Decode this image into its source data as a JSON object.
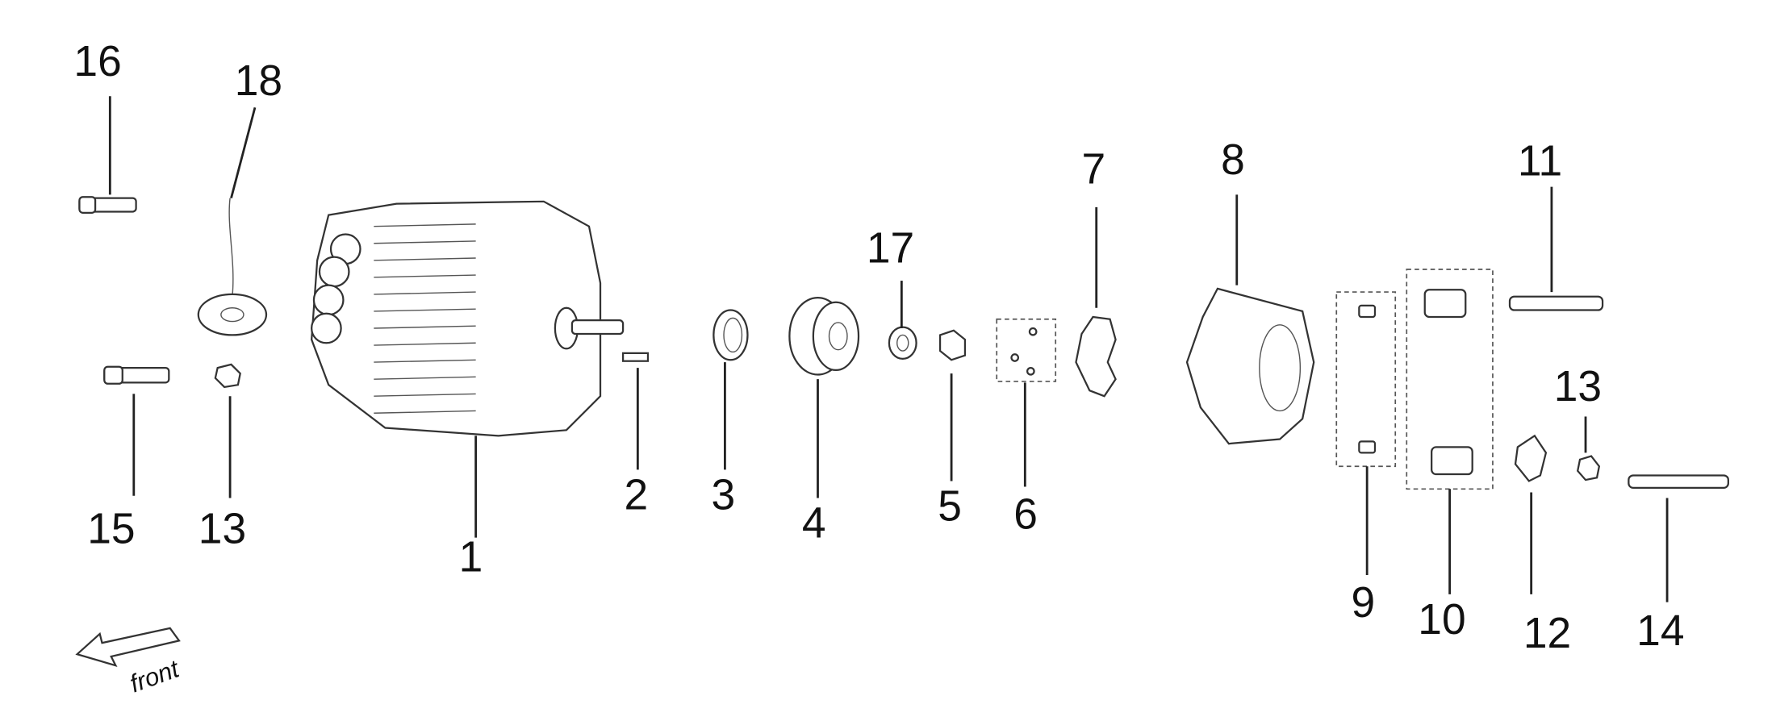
{
  "callouts": [
    "1",
    "2",
    "3",
    "4",
    "5",
    "6",
    "7",
    "8",
    "9",
    "10",
    "11",
    "12",
    "13",
    "13",
    "14",
    "15",
    "16",
    "17",
    "18"
  ],
  "direction_label": "front"
}
